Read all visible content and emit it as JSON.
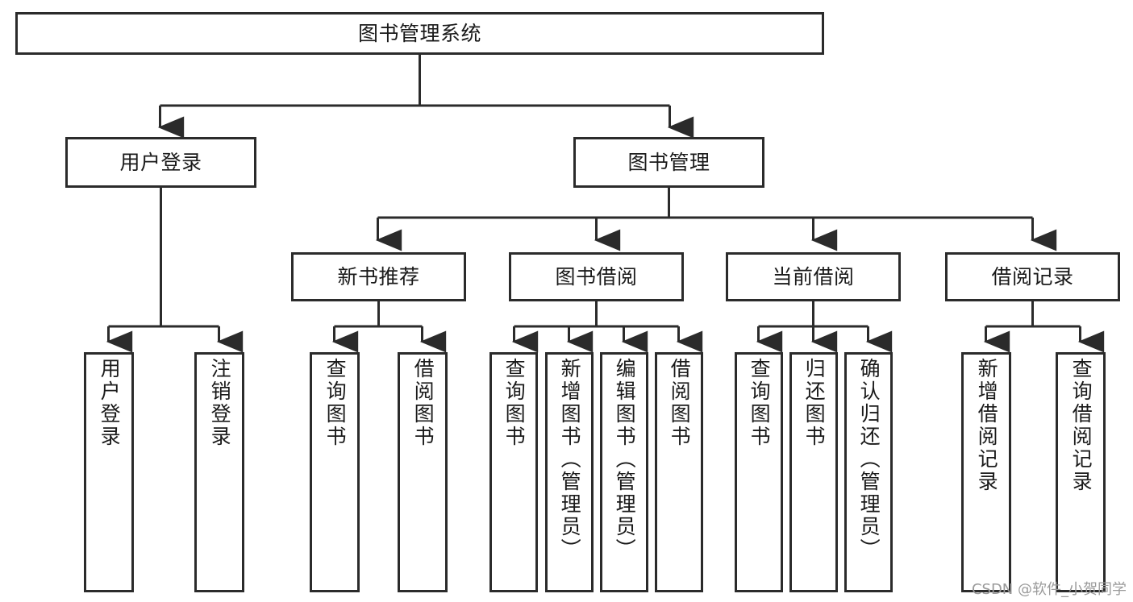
{
  "diagram": {
    "type": "tree-hierarchy",
    "title": "图书管理系统",
    "watermark": "CSDN @软件_小贺同学",
    "colors": {
      "box_border": "#2b2b2b",
      "box_fill": "#ffffff",
      "connector": "#2b2b2b",
      "text": "#1a1a1a",
      "watermark": "#9a9a9a",
      "background": "#ffffff"
    }
  },
  "nodes": {
    "root": {
      "label": "图书管理系统"
    },
    "level2": [
      {
        "id": "user-login",
        "label": "用户登录"
      },
      {
        "id": "book-manage",
        "label": "图书管理"
      }
    ],
    "level3": [
      {
        "id": "new-book-recommend",
        "label": "新书推荐"
      },
      {
        "id": "book-borrow",
        "label": "图书借阅"
      },
      {
        "id": "current-borrow",
        "label": "当前借阅"
      },
      {
        "id": "borrow-record",
        "label": "借阅记录"
      }
    ],
    "leaves": {
      "user-login": [
        {
          "id": "leaf-user-login",
          "label": "用户登录"
        },
        {
          "id": "leaf-logout-login",
          "label": "注销登录"
        }
      ],
      "new-book-recommend": [
        {
          "id": "leaf-query-book-1",
          "label": "查询图书"
        },
        {
          "id": "leaf-borrow-book-1",
          "label": "借阅图书"
        }
      ],
      "book-borrow": [
        {
          "id": "leaf-query-book-2",
          "label": "查询图书"
        },
        {
          "id": "leaf-add-book-admin",
          "label": "新增图书（管理员）"
        },
        {
          "id": "leaf-edit-book-admin",
          "label": "编辑图书（管理员）"
        },
        {
          "id": "leaf-borrow-book-2",
          "label": "借阅图书"
        }
      ],
      "current-borrow": [
        {
          "id": "leaf-query-book-3",
          "label": "查询图书"
        },
        {
          "id": "leaf-return-book",
          "label": "归还图书"
        },
        {
          "id": "leaf-confirm-return-admin",
          "label": "确认归还（管理员）"
        }
      ],
      "borrow-record": [
        {
          "id": "leaf-add-borrow-record",
          "label": "新增借阅记录"
        },
        {
          "id": "leaf-query-borrow-record",
          "label": "查询借阅记录"
        }
      ]
    }
  }
}
